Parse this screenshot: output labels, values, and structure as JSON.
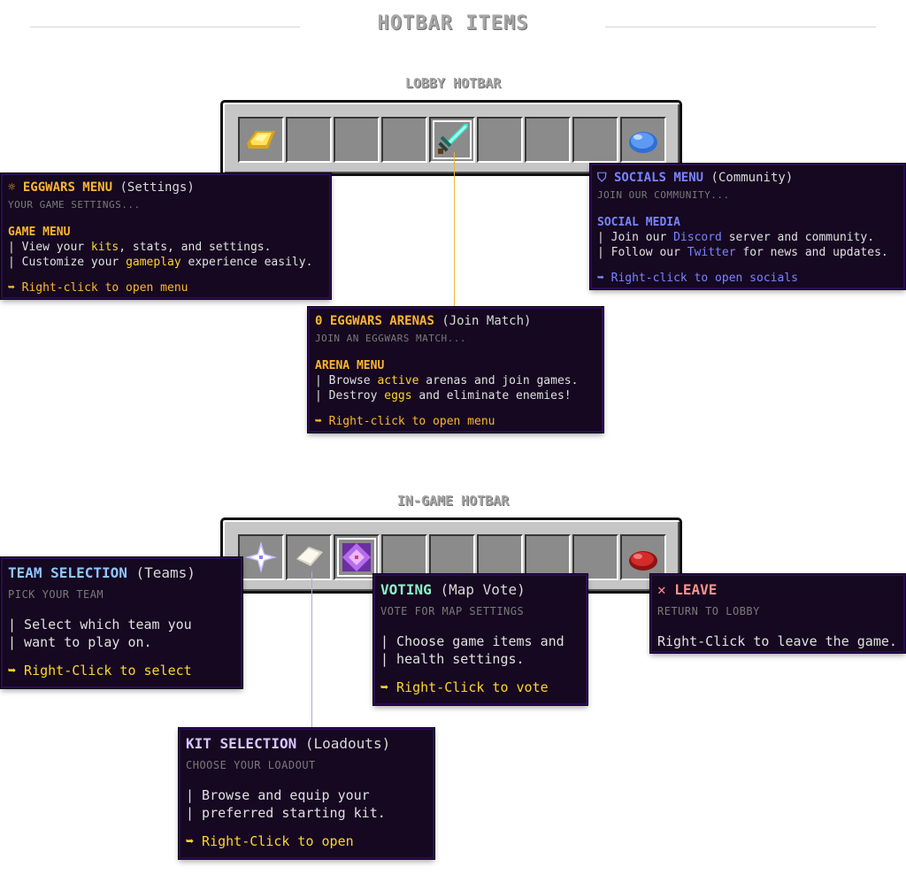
{
  "page_title": "HOTBAR ITEMS",
  "lobby": {
    "title": "LOBBY HOTBAR",
    "slots": [
      "gold-ingot-icon",
      "",
      "",
      "",
      "diamond-sword-icon",
      "",
      "",
      "",
      "slimeball-icon"
    ],
    "tooltips": {
      "eggwars_menu": {
        "icon": "☼",
        "title": "EGGWARS MENU",
        "paren": "(Settings)",
        "sub": "YOUR GAME SETTINGS...",
        "section": "GAME MENU",
        "line1_a": "| View your ",
        "line1_hl": "kits",
        "line1_b": ", stats, and settings.",
        "line2_a": "| Customize your ",
        "line2_hl": "gameplay",
        "line2_b": " experience easily.",
        "action": "➥ Right-click to open menu"
      },
      "eggwars_arenas": {
        "icon": "0",
        "title": "EGGWARS ARENAS",
        "paren": "(Join Match)",
        "sub": "JOIN AN EGGWARS MATCH...",
        "section": "ARENA MENU",
        "line1_a": "| Browse ",
        "line1_hl": "active",
        "line1_b": " arenas and join games.",
        "line2_a": "| Destroy ",
        "line2_hl": "eggs",
        "line2_b": " and eliminate enemies!",
        "action": "➥ Right-click to open menu"
      },
      "socials_menu": {
        "icon": "⛉",
        "title": "SOCIALS MENU",
        "paren": "(Community)",
        "sub": "JOIN OUR COMMUNITY...",
        "section": "SOCIAL MEDIA",
        "line1_a": "| Join our ",
        "line1_hl": "Discord",
        "line1_b": " server and community.",
        "line2_a": "| Follow our ",
        "line2_hl": "Twitter",
        "line2_b": " for news and updates.",
        "action": "➥ Right-click to open socials"
      }
    }
  },
  "ingame": {
    "title": "IN-GAME HOTBAR",
    "slots": [
      "nether-star-icon",
      "white-item-icon",
      "purple-crystal-icon",
      "",
      "",
      "",
      "",
      "",
      "red-bed-icon"
    ],
    "tooltips": {
      "team_selection": {
        "title": "TEAM SELECTION",
        "paren": "(Teams)",
        "sub": "PICK YOUR TEAM",
        "line1": "| Select which team you",
        "line2": "| want to play on.",
        "action": "➥ Right-Click to select"
      },
      "kit_selection": {
        "title": "KIT SELECTION",
        "paren": "(Loadouts)",
        "sub": "CHOOSE YOUR LOADOUT",
        "line1": "| Browse and equip your",
        "line2": "| preferred starting kit.",
        "action": "➥ Right-Click to open"
      },
      "voting": {
        "title": "VOTING",
        "paren": "(Map Vote)",
        "sub": "VOTE FOR MAP SETTINGS",
        "line1": "| Choose game items and",
        "line2": "| health settings.",
        "action": "➥ Right-Click to vote"
      },
      "leave": {
        "title": "✕ LEAVE",
        "sub": "RETURN TO LOBBY",
        "line1": "Right-Click to leave the game."
      }
    }
  },
  "colors": {
    "tooltip_bg": "#150820",
    "tooltip_border": "#2b0b55",
    "gold": "#ffb52e",
    "blue": "#7a83ff",
    "connector_gold": "#e8b63c",
    "connector_lavender": "#b9a5e0"
  }
}
